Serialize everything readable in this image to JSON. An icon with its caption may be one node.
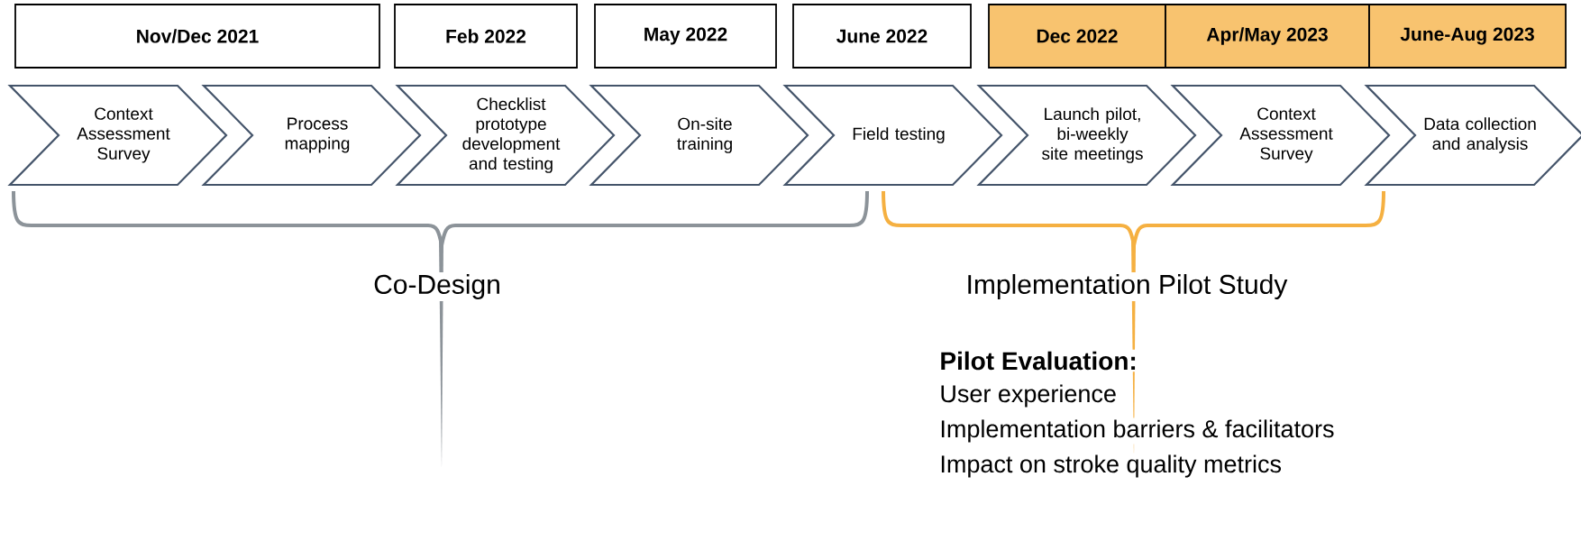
{
  "diagram": {
    "nodes": [
      {
        "text": [
          "Nov/Dec 2021"
        ]
      },
      {
        "text": [
          "Feb 2022"
        ]
      },
      {
        "text": [
          "May 2022"
        ]
      },
      {
        "text": [
          "June 2022"
        ]
      },
      {
        "text": [
          "Dec 2022"
        ]
      },
      {
        "text": [
          "Apr/May 2023"
        ]
      },
      {
        "text": [
          "June-Aug 2023"
        ]
      },
      {
        "text": [
          "Context Assessment Survey"
        ]
      },
      {
        "text": [
          "Process mapping"
        ]
      },
      {
        "text": [
          "Checklist prototype development and testing"
        ]
      },
      {
        "text": [
          "On-site training"
        ]
      },
      {
        "text": [
          "Field testing"
        ]
      },
      {
        "text": [
          "Launch pilot, bi-weekly site meetings"
        ]
      },
      {
        "text": [
          "Context Assessment Survey"
        ]
      },
      {
        "text": [
          "Data collection and analysis"
        ]
      }
    ],
    "labels": [
      "Co-Design",
      "Implementation Pilot Study",
      "Pilot Evaluation:",
      "User experience",
      "Implementation barriers & facilitators",
      "Impact on stroke quality metrics"
    ]
  }
}
